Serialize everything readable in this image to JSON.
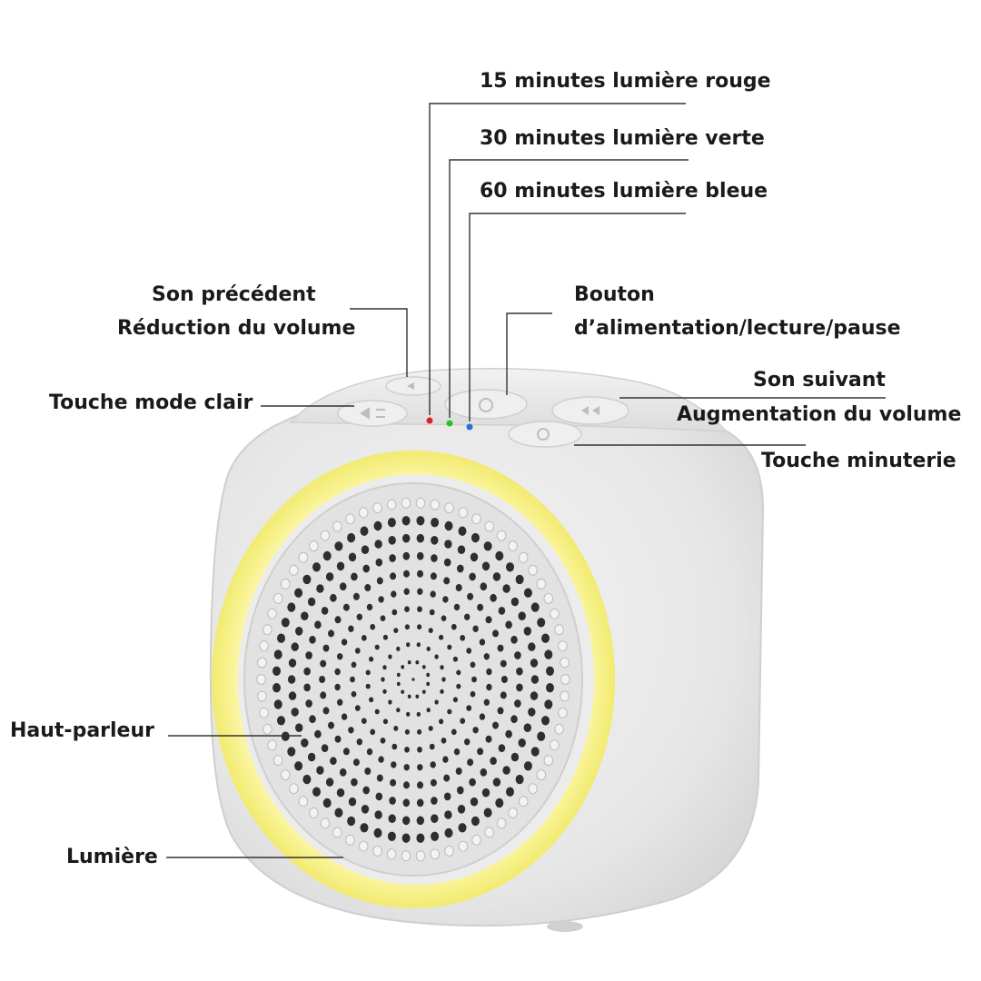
{
  "labels": {
    "red_timer": "15 minutes lumière rouge",
    "green_timer": "30 minutes lumière verte",
    "blue_timer": "60 minutes lumière bleue",
    "prev_sound": "Son précédent",
    "volume_down": "Réduction du volume",
    "power_line1": "Bouton",
    "power_line2": "d’alimentation/lecture/pause",
    "light_mode": "Touche mode clair",
    "next_sound": "Son suivant",
    "volume_up": "Augmentation du volume",
    "timer_key": "Touche minuterie",
    "speaker": "Haut-parleur",
    "light": "Lumière"
  },
  "colors": {
    "background": "#ffffff",
    "body": "#e9e9e9",
    "body_shade": "#d6d6d6",
    "ring": "#f7f39a",
    "grille": "#e4e4e4",
    "hole": "#2e2e2e",
    "led_red": "#e02020",
    "led_green": "#28c028",
    "led_blue": "#2a6fe0",
    "leader": "#333333"
  },
  "icons": [
    "light-mode-icon",
    "power-icon",
    "next-icon",
    "timer-icon",
    "prev-icon"
  ]
}
